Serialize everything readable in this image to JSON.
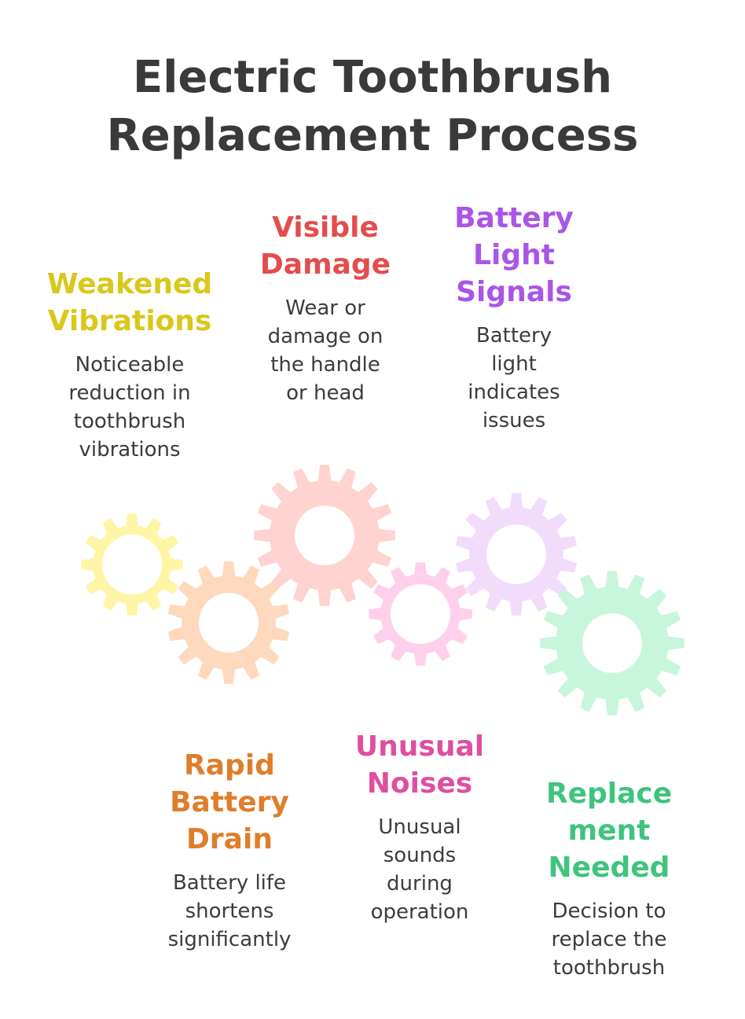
{
  "title": {
    "line1": "Electric Toothbrush",
    "line2": "Replacement Process"
  },
  "steps": [
    {
      "key": "weakened",
      "heading": [
        "Weakened",
        "Vibrations"
      ],
      "description": [
        "Noticeable",
        "reduction in",
        "toothbrush",
        "vibrations"
      ],
      "color": "#d9c81a",
      "gear_color": "#fff5a6"
    },
    {
      "key": "rapid",
      "heading": [
        "Rapid",
        "Battery",
        "Drain"
      ],
      "description": [
        "Battery life",
        "shortens",
        "significantly"
      ],
      "color": "#e07d2a",
      "gear_color": "#ffd9bd"
    },
    {
      "key": "visible",
      "heading": [
        "Visible",
        "Damage"
      ],
      "description": [
        "Wear or",
        "damage on",
        "the handle",
        "or head"
      ],
      "color": "#e34d4d",
      "gear_color": "#ffd3d0"
    },
    {
      "key": "noises",
      "heading": [
        "Unusual",
        "Noises"
      ],
      "description": [
        "Unusual",
        "sounds",
        "during",
        "operation"
      ],
      "color": "#de4fa0",
      "gear_color": "#ffd0ec"
    },
    {
      "key": "battery-light",
      "heading": [
        "Battery",
        "Light",
        "Signals"
      ],
      "description": [
        "Battery",
        "light",
        "indicates",
        "issues"
      ],
      "color": "#a955e6",
      "gear_color": "#f1dcfb"
    },
    {
      "key": "replacement",
      "heading": [
        "Replace",
        "ment",
        "Needed"
      ],
      "description": [
        "Decision to",
        "replace the",
        "toothbrush"
      ],
      "color": "#3fc47d",
      "gear_color": "#c8f6dc"
    }
  ]
}
